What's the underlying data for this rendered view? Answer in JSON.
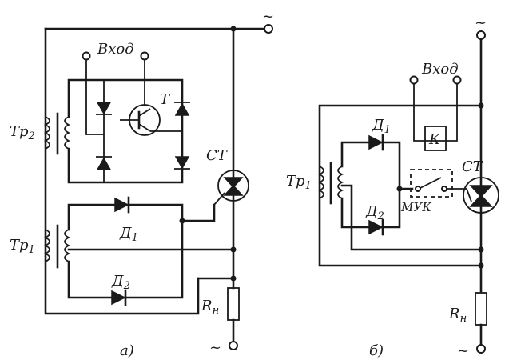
{
  "diagram_a": {
    "panel_label": "а)",
    "input_label": "Вход",
    "transformer_2": "Тр",
    "transformer_2_sub": "2",
    "transformer_1": "Тр",
    "transformer_1_sub": "1",
    "transistor": "Т",
    "triac": "СТ",
    "diode_1": "Д",
    "diode_1_sub": "1",
    "diode_2": "Д",
    "diode_2_sub": "2",
    "load": "R",
    "load_sub": "н",
    "ac_symbol": "~"
  },
  "diagram_b": {
    "panel_label": "б)",
    "input_label": "Вход",
    "relay": "К",
    "contact": "МУК",
    "transformer_1": "Тр",
    "transformer_1_sub": "1",
    "triac": "СТ",
    "diode_1": "Д",
    "diode_1_sub": "1",
    "diode_2": "Д",
    "diode_2_sub": "2",
    "load": "R",
    "load_sub": "н",
    "ac_symbol": "~"
  }
}
